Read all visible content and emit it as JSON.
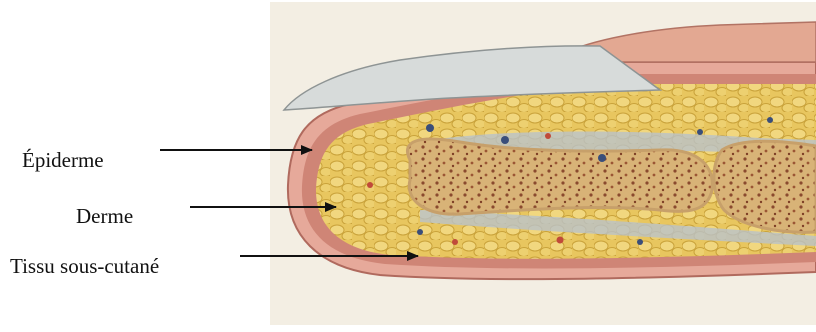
{
  "labels": {
    "epiderme": "Épiderme",
    "derme": "Derme",
    "tissu": "Tissu sous-cutané"
  },
  "colors": {
    "paper": "#f2ece0",
    "skin_outer": "#e2a79a",
    "skin_inner": "#c97c6e",
    "fat": "#e8c65f",
    "fat_cell_edge": "#c9a23a",
    "bone": "#e7cf98",
    "bone_spot": "#8a4a2e",
    "nail": "#d6d9d8",
    "ligament": "#b9c2c9",
    "arrow": "#111111"
  }
}
